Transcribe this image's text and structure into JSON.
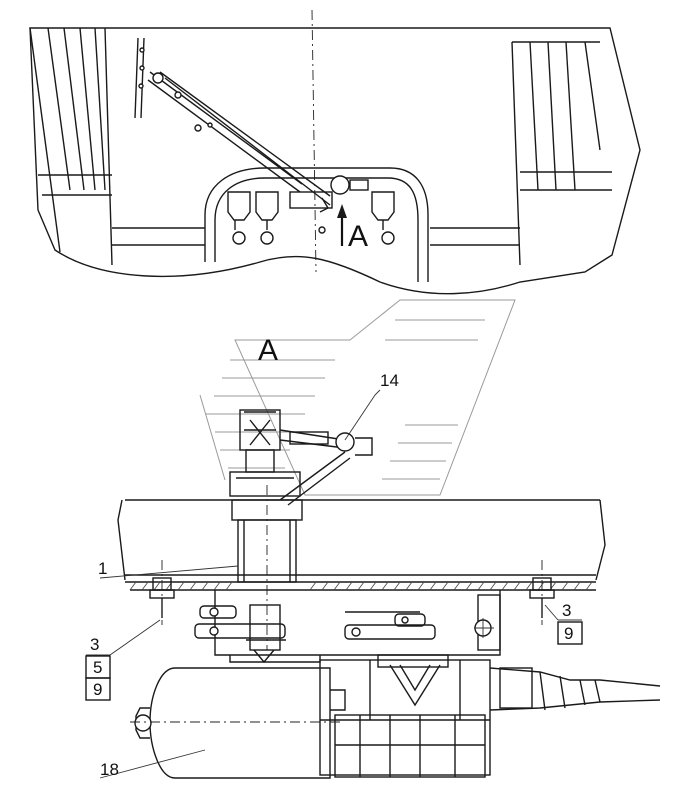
{
  "view_label_top": "A",
  "view_label_detail": "A",
  "callouts": {
    "c1": "1",
    "c14": "14",
    "c18": "18",
    "left_3": "3",
    "left_5": "5",
    "left_9": "9",
    "right_3": "3",
    "right_9": "9"
  }
}
